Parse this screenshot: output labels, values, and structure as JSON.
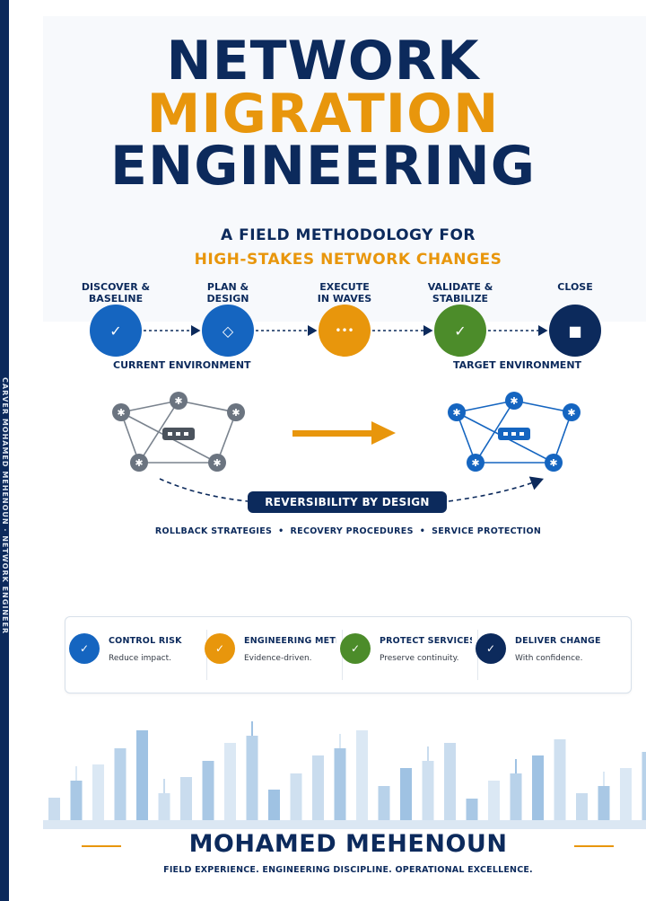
{
  "spine_text": "CARVER MOHAMED MEHENOUN · NETWORK ENGINEER",
  "title": {
    "line1": "NETWORK",
    "line2": "MIGRATION",
    "line3": "ENGINEERING"
  },
  "subtitle": {
    "line1": "A FIELD METHODOLOGY FOR",
    "line2": "HIGH-STAKES NETWORK CHANGES"
  },
  "stages": [
    {
      "label1": "DISCOVER &",
      "label2": "BASELINE",
      "icon": "✓",
      "icon_name": "check-icon",
      "color": "#1565c0"
    },
    {
      "label1": "PLAN &",
      "label2": "DESIGN",
      "icon": "◇",
      "icon_name": "diamond-icon",
      "color": "#1565c0"
    },
    {
      "label1": "EXECUTE",
      "label2": "IN WAVES",
      "icon": "•••",
      "icon_name": "dots-icon",
      "color": "#e8960c"
    },
    {
      "label1": "VALIDATE &",
      "label2": "STABILIZE",
      "icon": "✓",
      "icon_name": "check-icon",
      "color": "#4c8c2a"
    },
    {
      "label1": "CLOSE",
      "label2": "",
      "icon": "■",
      "icon_name": "stop-square-icon",
      "color": "#0c2a5c"
    }
  ],
  "environments": {
    "current": "CURRENT ENVIRONMENT",
    "target": "TARGET ENVIRONMENT"
  },
  "reversibility": {
    "title": "REVERSIBILITY BY DESIGN",
    "items": [
      "ROLLBACK STRATEGIES",
      "RECOVERY PROCEDURES",
      "SERVICE PROTECTION"
    ]
  },
  "pillars": [
    {
      "title": "CONTROL RISK",
      "desc": "Reduce impact.",
      "icon": "✓",
      "color": "#1565c0"
    },
    {
      "title": "ENGINEERING METHOD",
      "desc": "Evidence-driven.",
      "icon": "✓",
      "color": "#e8960c"
    },
    {
      "title": "PROTECT SERVICES",
      "desc": "Preserve continuity.",
      "icon": "✓",
      "color": "#4c8c2a"
    },
    {
      "title": "DELIVER CHANGE",
      "desc": "With confidence.",
      "icon": "✓",
      "color": "#0c2a5c"
    }
  ],
  "author": "MOHAMED MEHENOUN",
  "tagline": "FIELD EXPERIENCE.  ENGINEERING DISCIPLINE.  OPERATIONAL EXCELLENCE.",
  "colors": {
    "navy": "#0c2a5c",
    "orange": "#e8960c",
    "blue": "#1565c0",
    "green": "#4c8c2a",
    "gray": "#6b7480"
  }
}
